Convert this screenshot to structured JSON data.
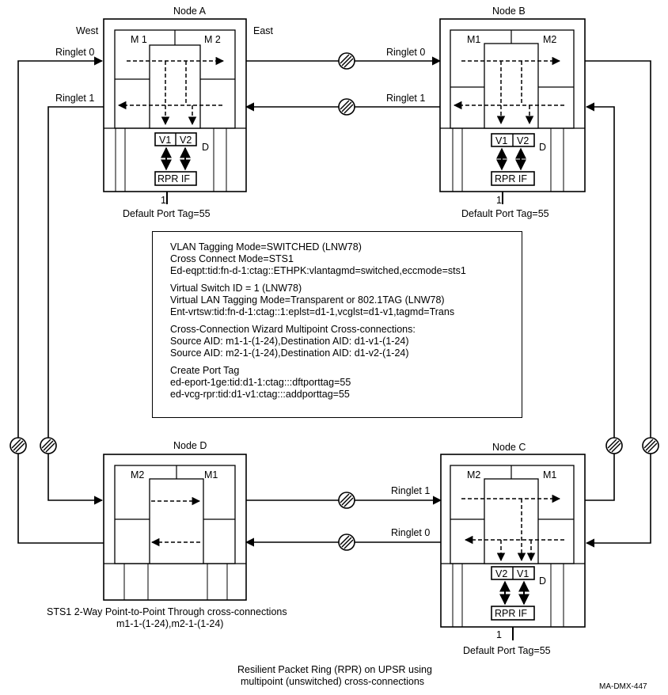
{
  "nodes": {
    "a": {
      "name": "Node A",
      "m_left": "M 1",
      "m_right": "M 2",
      "west": "West",
      "east": "East",
      "v_left": "V1",
      "v_right": "V2",
      "d": "D",
      "rpr": "RPR IF",
      "port": "1",
      "tag": "Default Port Tag=55"
    },
    "b": {
      "name": "Node B",
      "m_left": "M1",
      "m_right": "M2",
      "v_left": "V1",
      "v_right": "V2",
      "d": "D",
      "rpr": "RPR IF",
      "port": "1",
      "tag": "Default Port Tag=55"
    },
    "c": {
      "name": "Node C",
      "m_left": "M2",
      "m_right": "M1",
      "v_left": "V2",
      "v_right": "V1",
      "d": "D",
      "rpr": "RPR IF",
      "port": "1",
      "tag": "Default Port Tag=55"
    },
    "d": {
      "name": "Node D",
      "m_left": "M2",
      "m_right": "M1"
    }
  },
  "ringlets": {
    "a_west_0": "Ringlet 0",
    "a_west_1": "Ringlet 1",
    "b_0": "Ringlet 0",
    "b_1": "Ringlet 1",
    "c_1": "Ringlet 1",
    "c_0": "Ringlet 0"
  },
  "info_box": {
    "groups": [
      [
        "VLAN Tagging Mode=SWITCHED (LNW78)",
        "Cross Connect Mode=STS1",
        "Ed-eqpt:tid:fn-d-1:ctag::ETHPK:vlantagmd=switched,eccmode=sts1"
      ],
      [
        "Virtual Switch ID = 1  (LNW78)",
        "Virtual LAN Tagging Mode=Transparent or 802.1TAG  (LNW78)",
        "Ent-vrtsw:tid:fn-d-1:ctag::1:eplst=d1-1,vcglst=d1-v1,tagmd=Trans"
      ],
      [
        "Cross-Connection Wizard Multipoint Cross-connections:",
        "Source AID: m1-1-(1-24),Destination AID: d1-v1-(1-24)",
        "Source AID: m2-1-(1-24),Destination AID: d1-v2-(1-24)"
      ],
      [
        "Create Port Tag",
        "ed-eport-1ge:tid:d1-1:ctag:::dftporttag=55",
        "ed-vcg-rpr:tid:d1-v1:ctag:::addporttag=55"
      ]
    ]
  },
  "sts1_note": {
    "line1": "STS1 2-Way Point-to-Point Through cross-connections",
    "line2": "m1-1-(1-24),m2-1-(1-24)"
  },
  "caption": {
    "line1": "Resilient Packet Ring (RPR) on UPSR using",
    "line2": "multipoint (unswitched) cross-connections"
  },
  "figure_id": "MA-DMX-447"
}
